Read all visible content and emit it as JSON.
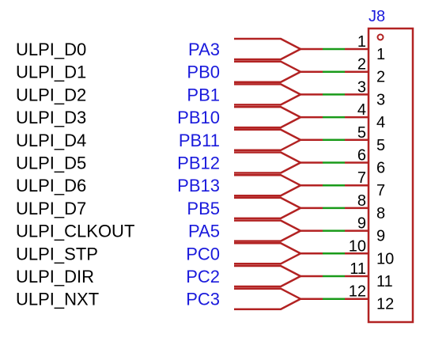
{
  "connector": {
    "designator": "J8",
    "body_color": "#b22222",
    "wire_color": "#b22222",
    "pin_stub_color": "#1a9a1a"
  },
  "rows": [
    {
      "signal": "ULPI_D0",
      "port": "PA3",
      "pin_number": "1",
      "pin_label": "1"
    },
    {
      "signal": "ULPI_D1",
      "port": "PB0",
      "pin_number": "2",
      "pin_label": "2"
    },
    {
      "signal": "ULPI_D2",
      "port": "PB1",
      "pin_number": "3",
      "pin_label": "3"
    },
    {
      "signal": "ULPI_D3",
      "port": "PB10",
      "pin_number": "4",
      "pin_label": "4"
    },
    {
      "signal": "ULPI_D4",
      "port": "PB11",
      "pin_number": "5",
      "pin_label": "5"
    },
    {
      "signal": "ULPI_D5",
      "port": "PB12",
      "pin_number": "6",
      "pin_label": "6"
    },
    {
      "signal": "ULPI_D6",
      "port": "PB13",
      "pin_number": "7",
      "pin_label": "7"
    },
    {
      "signal": "ULPI_D7",
      "port": "PB5",
      "pin_number": "8",
      "pin_label": "8"
    },
    {
      "signal": "ULPI_CLKOUT",
      "port": "PA5",
      "pin_number": "9",
      "pin_label": "9"
    },
    {
      "signal": "ULPI_STP",
      "port": "PC0",
      "pin_number": "10",
      "pin_label": "10"
    },
    {
      "signal": "ULPI_DIR",
      "port": "PC2",
      "pin_number": "11",
      "pin_label": "11"
    },
    {
      "signal": "ULPI_NXT",
      "port": "PC3",
      "pin_number": "12",
      "pin_label": "12"
    }
  ]
}
